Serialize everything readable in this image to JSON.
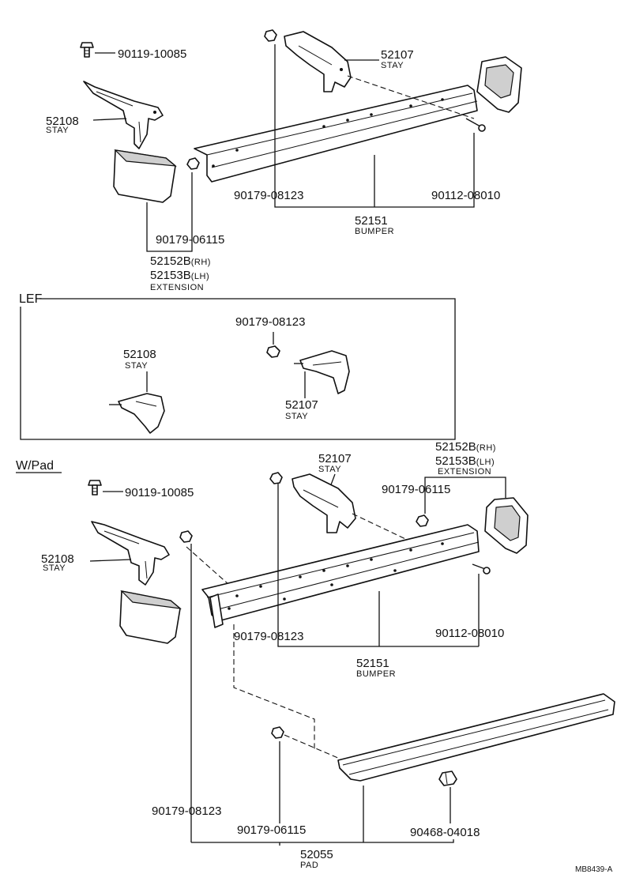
{
  "top": {
    "bolt": {
      "pn": "90119-10085"
    },
    "stay_left": {
      "pn": "52108",
      "cap": "STAY"
    },
    "stay_right": {
      "pn": "52107",
      "cap": "STAY"
    },
    "nut_a": {
      "pn": "90179-08123"
    },
    "bolt_b": {
      "pn": "90112-08010"
    },
    "bumper": {
      "pn": "52151",
      "cap": "BUMPER"
    },
    "nut_c": {
      "pn": "90179-06115"
    },
    "extension": {
      "pn_rh": "52152B",
      "rh": "(RH)",
      "pn_lh": "52153B",
      "lh": "(LH)",
      "cap": "EXTENSION"
    }
  },
  "lef": {
    "title": "LEF",
    "nut": {
      "pn": "90179-08123"
    },
    "stay_left": {
      "pn": "52108",
      "cap": "STAY"
    },
    "stay_right": {
      "pn": "52107",
      "cap": "STAY"
    }
  },
  "wpad": {
    "title": "W/Pad",
    "stay_right": {
      "pn": "52107",
      "cap": "STAY"
    },
    "extension": {
      "pn_rh": "52152B",
      "rh": "(RH)",
      "pn_lh": "52153B",
      "lh": "(LH)",
      "cap": "EXTENSION"
    },
    "bolt": {
      "pn": "90119-10085"
    },
    "nut_e": {
      "pn": "90179-06115"
    },
    "stay_left": {
      "pn": "52108",
      "cap": "STAY"
    },
    "nut_a": {
      "pn": "90179-08123"
    },
    "bolt_b": {
      "pn": "90112-08010"
    },
    "bumper": {
      "pn": "52151",
      "cap": "BUMPER"
    },
    "nut_f": {
      "pn": "90179-08123"
    },
    "nut_g": {
      "pn": "90179-06115"
    },
    "clip": {
      "pn": "90468-04018"
    },
    "pad": {
      "pn": "52055",
      "cap": "PAD"
    }
  },
  "footer": {
    "code": "MB8439-A"
  }
}
